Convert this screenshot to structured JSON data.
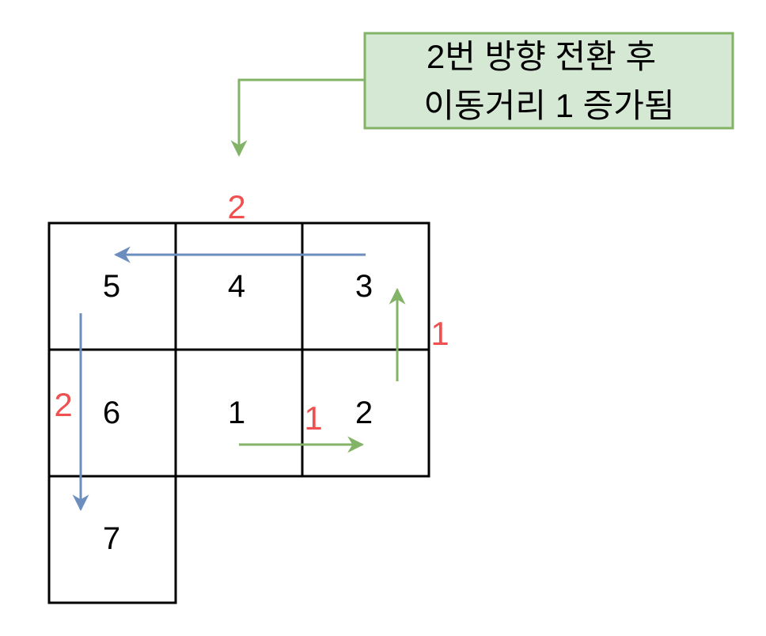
{
  "callout": {
    "line1": "2번 방향 전환 후",
    "line2": "이동거리 1 증가됨"
  },
  "grid": {
    "cells": [
      {
        "label": "5",
        "row": 0,
        "col": 0
      },
      {
        "label": "4",
        "row": 0,
        "col": 1
      },
      {
        "label": "3",
        "row": 0,
        "col": 2
      },
      {
        "label": "6",
        "row": 1,
        "col": 0
      },
      {
        "label": "1",
        "row": 1,
        "col": 1
      },
      {
        "label": "2",
        "row": 1,
        "col": 2
      },
      {
        "label": "7",
        "row": 2,
        "col": 0
      }
    ]
  },
  "step_labels": {
    "right_move": "1",
    "up_move": "1",
    "left_move": "2",
    "down_move": "2"
  },
  "colors": {
    "green": "#82b366",
    "blue": "#6c8ebf",
    "red": "#f05050",
    "callout_fill": "#d5e8d4",
    "callout_border": "#82b366",
    "grid_line": "#000000"
  }
}
